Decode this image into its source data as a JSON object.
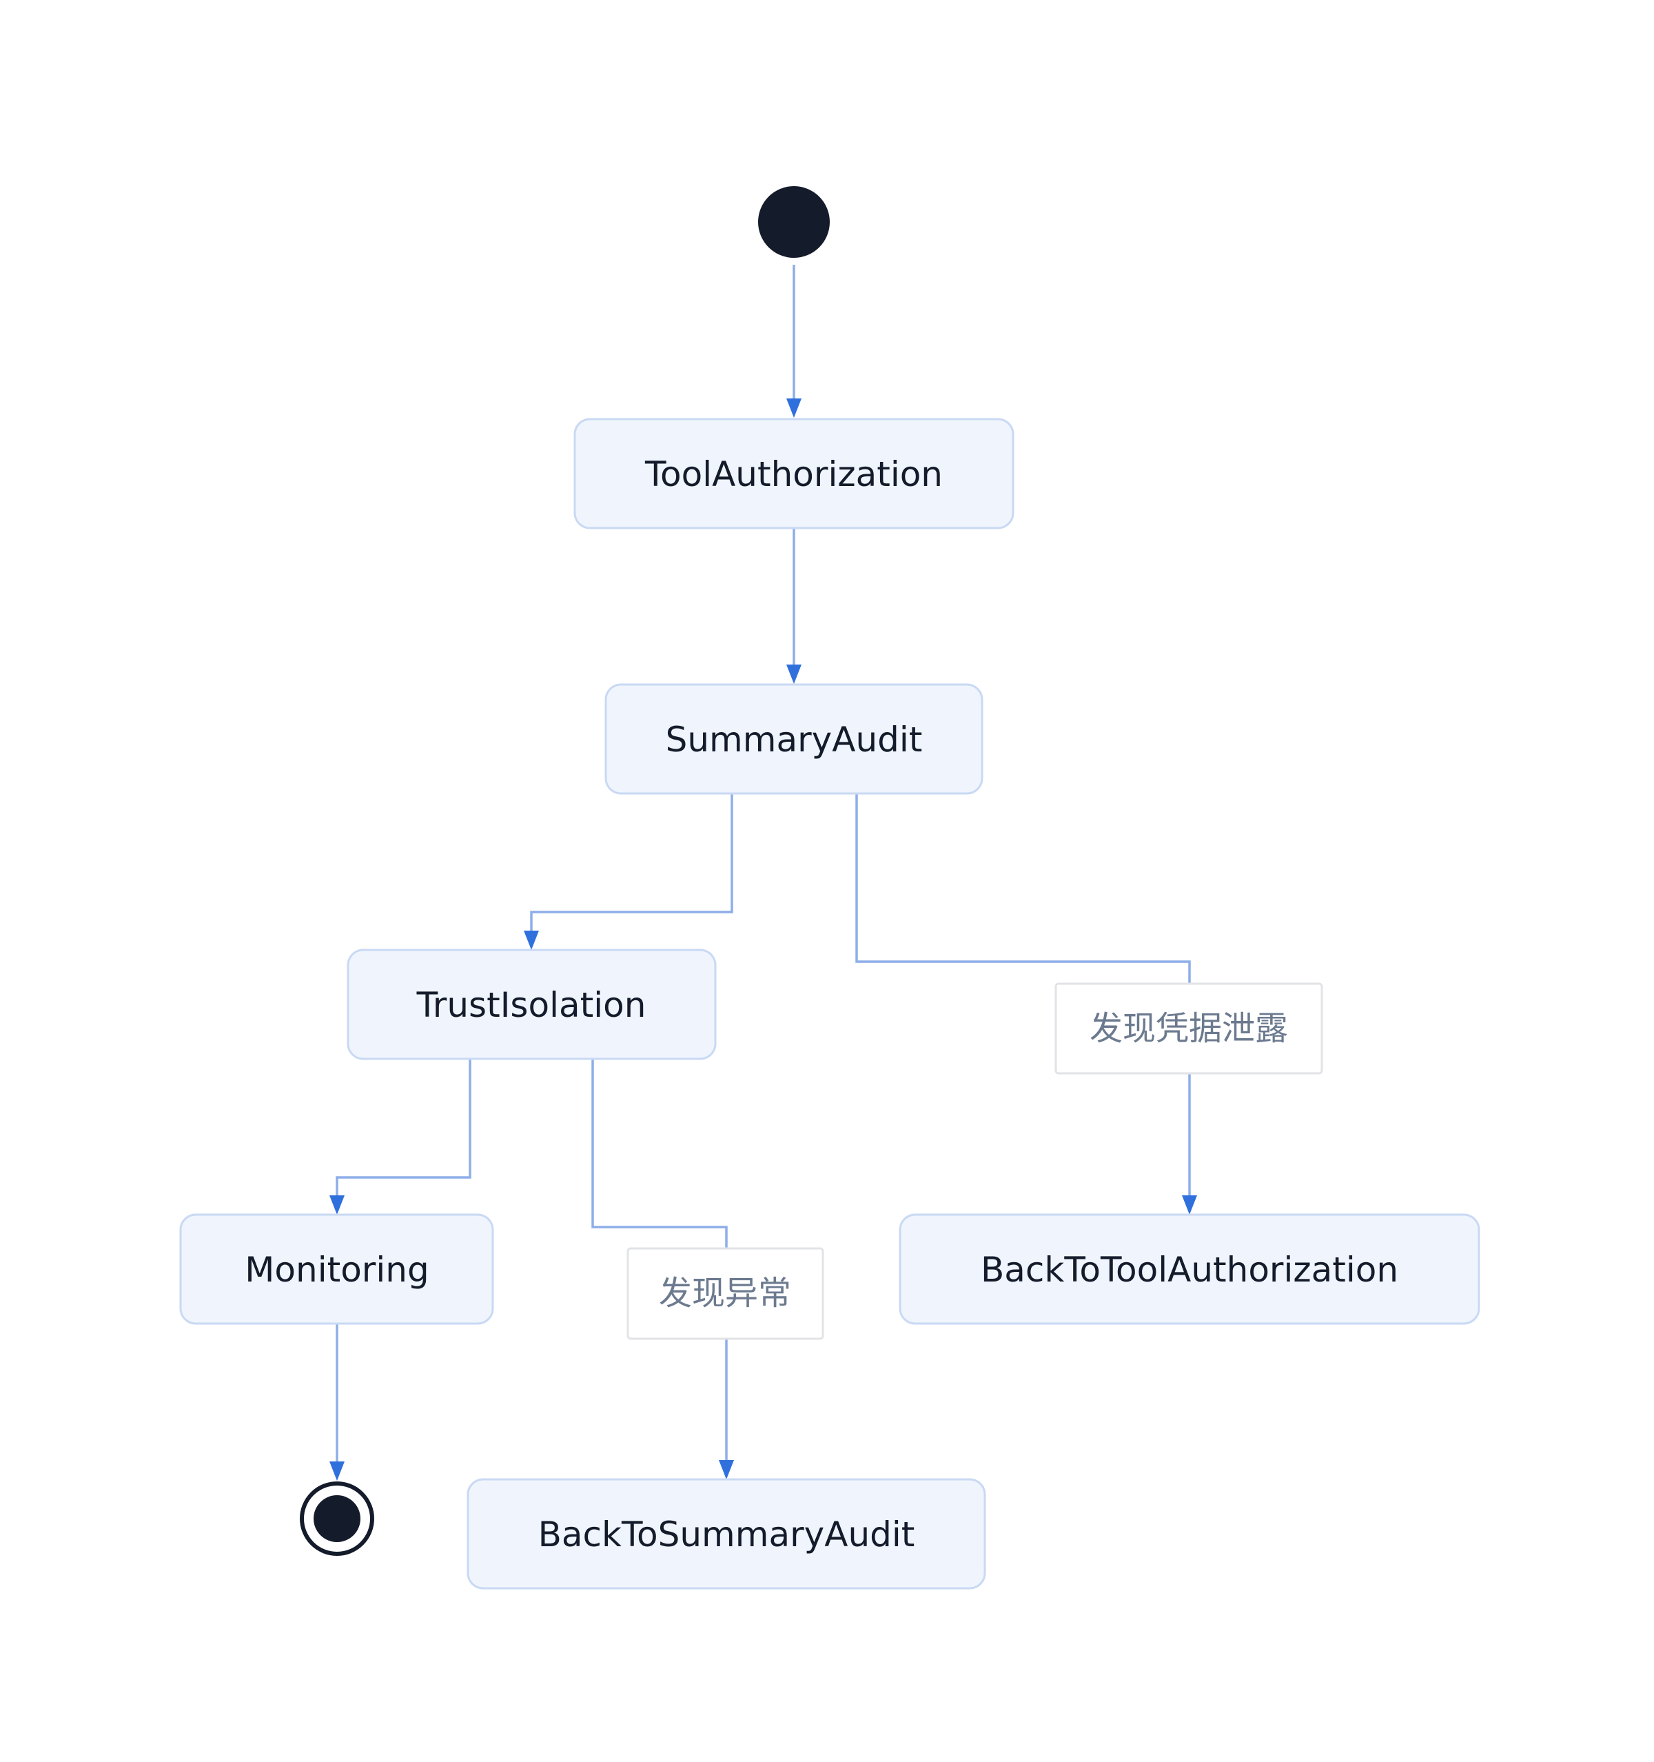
{
  "diagram": {
    "type": "state-diagram",
    "states": {
      "tool_authorization": "ToolAuthorization",
      "summary_audit": "SummaryAudit",
      "trust_isolation": "TrustIsolation",
      "monitoring": "Monitoring",
      "back_to_summary_audit": "BackToSummaryAudit",
      "back_to_tool_authorization": "BackToToolAuthorization"
    },
    "transition_labels": {
      "credential_leak": "发现凭据泄露",
      "anomaly_found": "发现异常"
    },
    "transitions": [
      {
        "from": "start",
        "to": "ToolAuthorization"
      },
      {
        "from": "ToolAuthorization",
        "to": "SummaryAudit"
      },
      {
        "from": "SummaryAudit",
        "to": "TrustIsolation"
      },
      {
        "from": "SummaryAudit",
        "to": "BackToToolAuthorization",
        "label": "发现凭据泄露"
      },
      {
        "from": "TrustIsolation",
        "to": "Monitoring"
      },
      {
        "from": "TrustIsolation",
        "to": "BackToSummaryAudit",
        "label": "发现异常"
      },
      {
        "from": "Monitoring",
        "to": "end"
      }
    ],
    "colors": {
      "node_fill": "#f0f5fd",
      "node_border": "#c9d9f4",
      "edge": "#8eaee9",
      "arrowhead": "#3070dd",
      "terminal": "#141b2a"
    }
  }
}
